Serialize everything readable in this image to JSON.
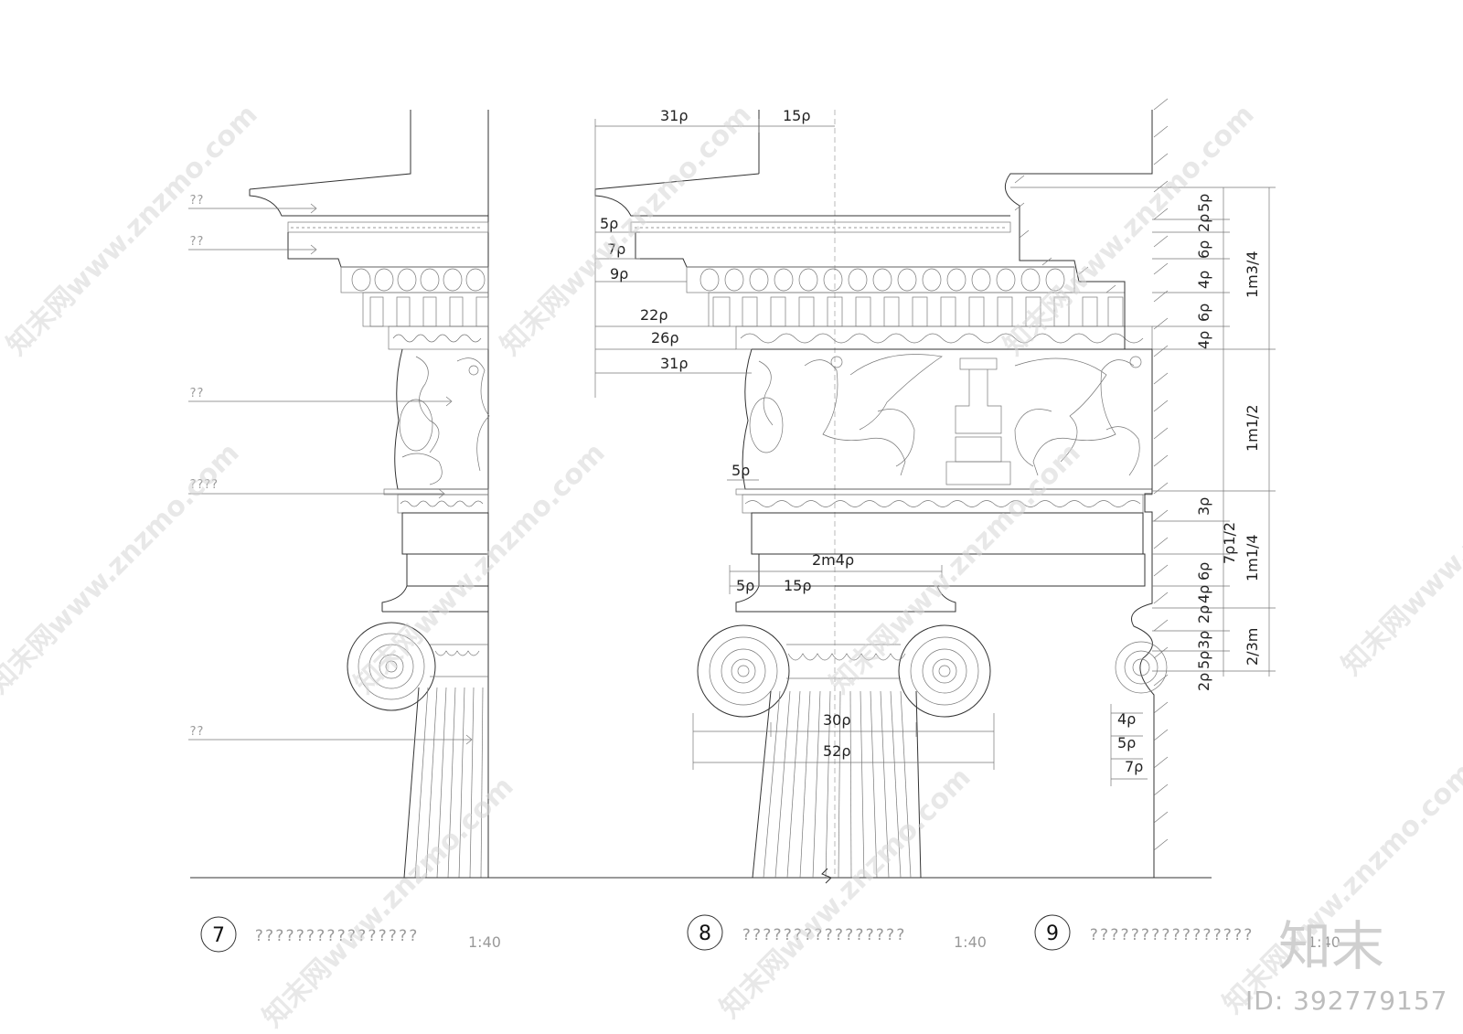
{
  "drawings": [
    {
      "number": "7",
      "title": "????????????????",
      "scale": "1:40",
      "callouts": [
        "??",
        "??",
        "??",
        "????",
        "??"
      ]
    },
    {
      "number": "8",
      "title": "????????????????",
      "scale": "1:40",
      "dimensions": {
        "top": [
          "31ρ",
          "15ρ"
        ],
        "left": [
          "5ρ",
          "7ρ",
          "9ρ",
          "22ρ",
          "26ρ",
          "31ρ"
        ],
        "frieze_left": "5ρ",
        "base": [
          "2m4ρ",
          "5ρ",
          "15ρ"
        ],
        "capital": [
          "30ρ",
          "52ρ"
        ]
      }
    },
    {
      "number": "9",
      "title": "????????????????",
      "scale": "1:40",
      "dimensions": {
        "right_small": [
          "5ρ",
          "2ρ",
          "6ρ",
          "4ρ",
          "6ρ",
          "4ρ",
          "3ρ",
          "6ρ",
          "4ρ",
          "2ρ",
          "3ρ",
          "5ρ",
          "2ρ"
        ],
        "right_large": [
          "1m3/4",
          "1m1/2",
          "7ρ1/2",
          "1m1/4",
          "2/3m"
        ],
        "profile": [
          "4ρ",
          "5ρ",
          "7ρ"
        ]
      }
    }
  ],
  "watermark": {
    "text": "知末网www.znzmo.com",
    "logo": "知末",
    "id": "ID: 392779157"
  }
}
